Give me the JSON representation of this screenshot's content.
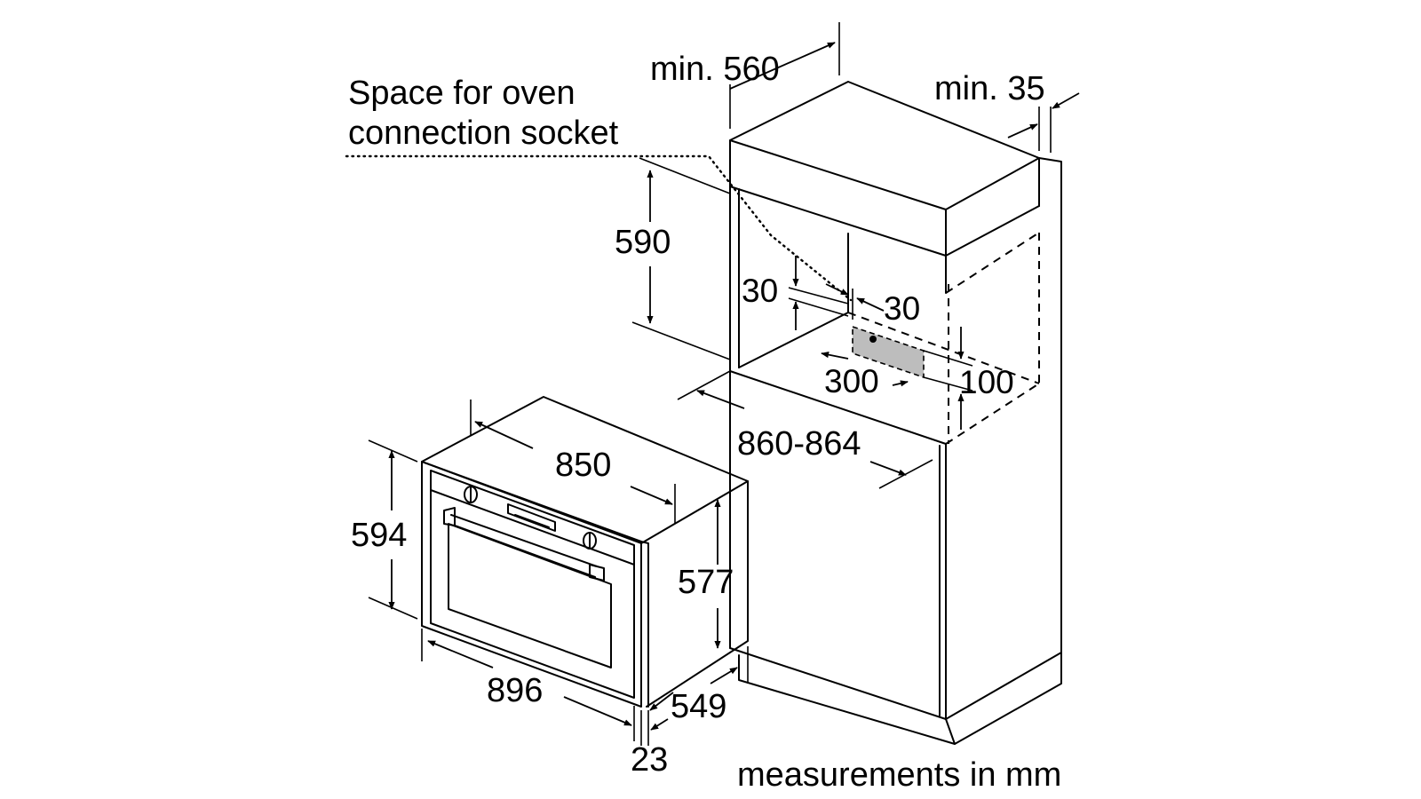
{
  "labels": {
    "socket_note_line1": "Space for oven",
    "socket_note_line2": "connection socket",
    "min_depth": "min. 560",
    "min_gap": "min. 35",
    "niche_height": "590",
    "offset_top": "30",
    "offset_side": "30",
    "socket_width": "300",
    "socket_height": "100",
    "niche_width": "860-864",
    "oven_width": "850",
    "oven_front_height": "594",
    "oven_body_height": "577",
    "oven_front_width": "896",
    "oven_depth": "549",
    "front_thickness": "23",
    "units_note": "measurements in mm"
  },
  "colors": {
    "line": "#000000",
    "background": "#ffffff",
    "socket_fill": "#bdbdbd"
  }
}
